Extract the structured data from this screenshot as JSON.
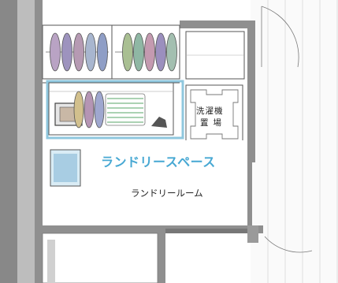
{
  "labels": {
    "laundry_space": "ランドリースペース",
    "laundry_room": "ランドリールーム",
    "washer_line1": "洗濯機",
    "washer_line2": "置場"
  },
  "colors": {
    "wall": "#8f8f8f",
    "wall_light": "#c9c9c9",
    "highlight_frame": "#8fc7de",
    "label_accent": "#47a8d3",
    "floor": "#ffffff",
    "wood_lines": "#d8d8d8",
    "towel_green": "#8fc49a"
  },
  "items": {
    "upper_shelf_left_colors": [
      "#b9a3c4",
      "#9d93be",
      "#b69ab3",
      "#a8b6cf",
      "#8f9ec6"
    ],
    "upper_shelf_right_colors": [
      "#a9bf92",
      "#8fb7a4",
      "#c49ab0",
      "#9b8fbe",
      "#a3bfb0"
    ],
    "lower_shelf_colors": [
      "#d2c08d",
      "#b595b4",
      "#9fa7cf"
    ]
  }
}
